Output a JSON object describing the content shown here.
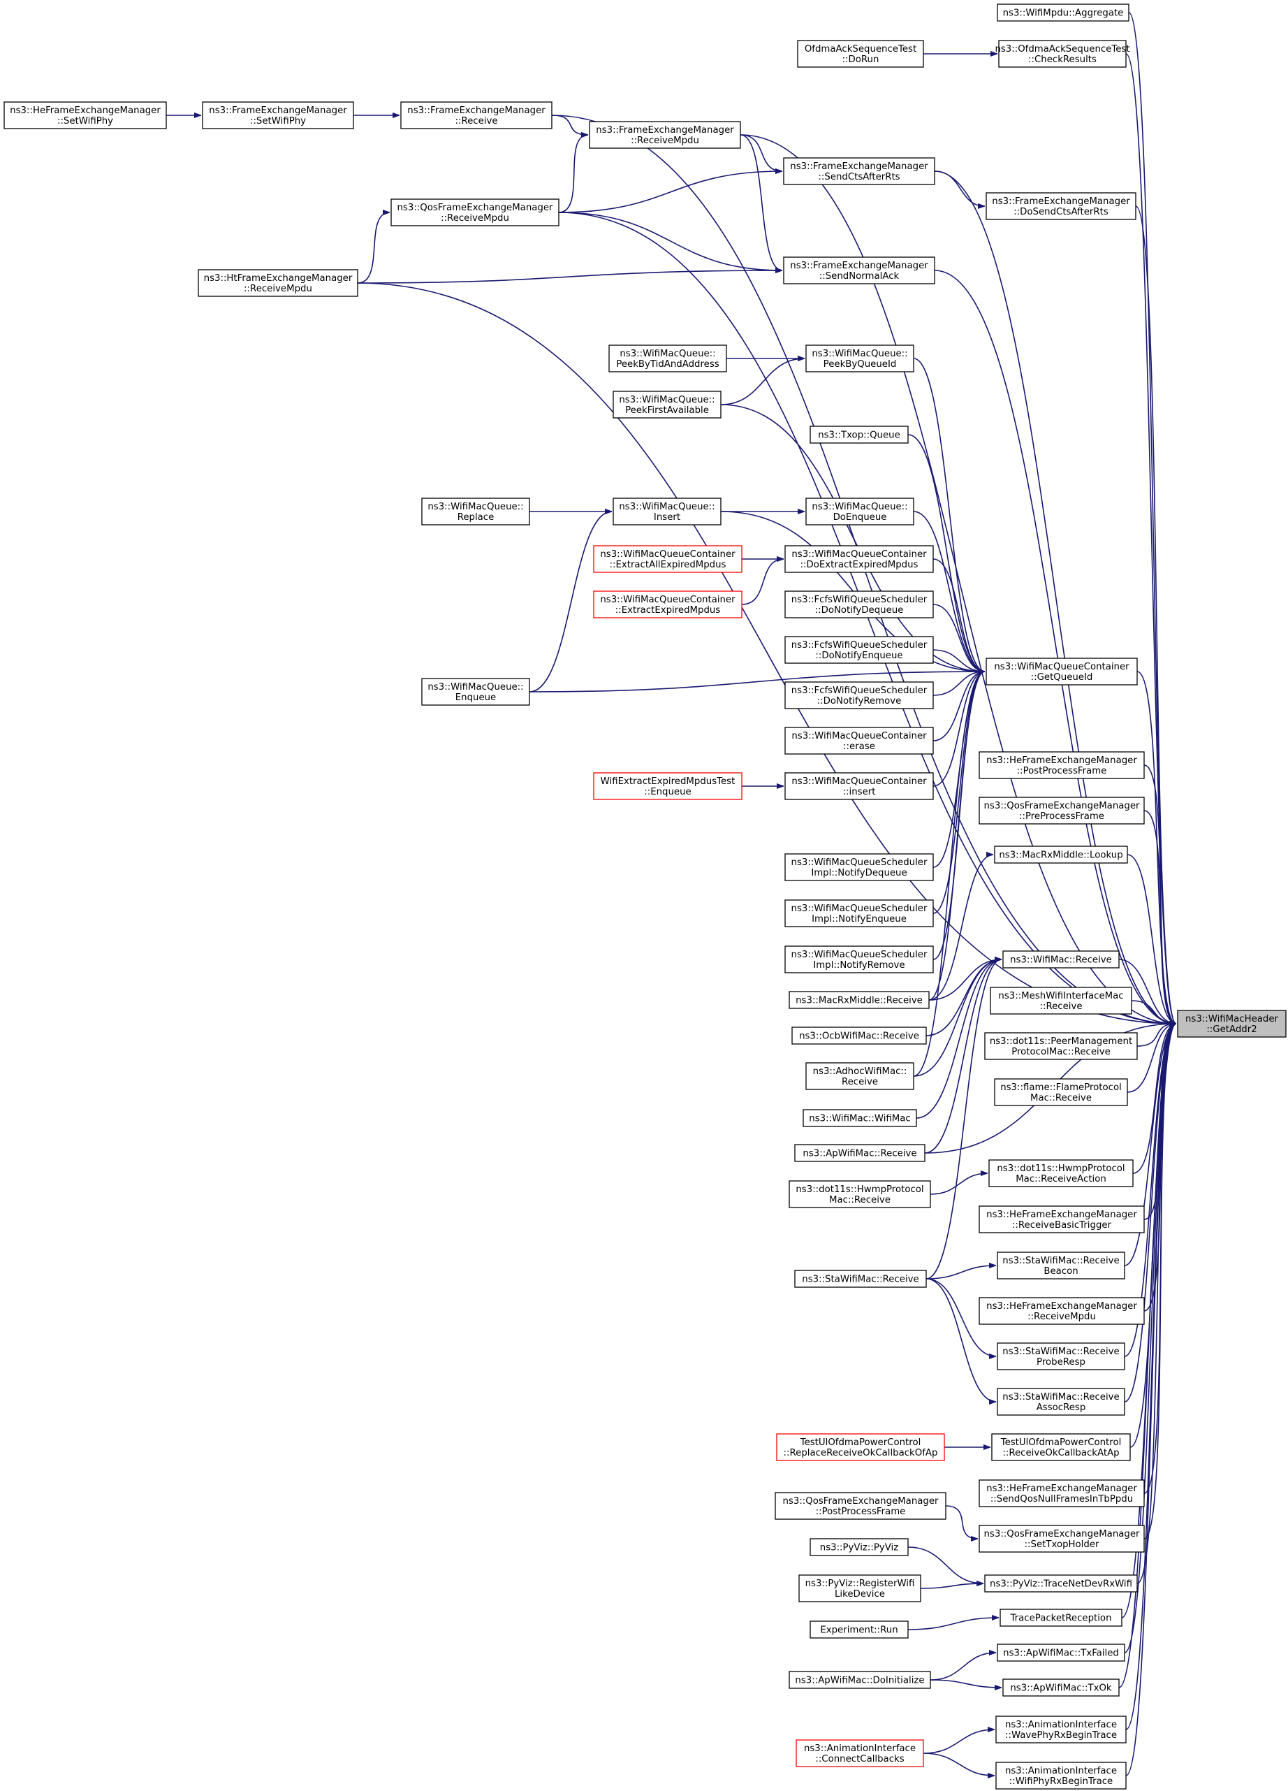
{
  "colors": {
    "edge": "#191970",
    "node_border": "#000000",
    "node_border_red": "#ff0000",
    "target_fill": "#bfbfbf"
  },
  "nodes": [
    {
      "id": "getaddr2",
      "lines": [
        "ns3::WifiMacHeader",
        "::GetAddr2"
      ],
      "style": "target"
    },
    {
      "id": "aggregate",
      "lines": [
        "ns3::WifiMpdu::Aggregate"
      ]
    },
    {
      "id": "checkresults",
      "lines": [
        "ns3::OfdmaAckSequenceTest",
        "::CheckResults"
      ]
    },
    {
      "id": "dorun",
      "lines": [
        "OfdmaAckSequenceTest",
        "::DoRun"
      ]
    },
    {
      "id": "fem_receive",
      "lines": [
        "ns3::FrameExchangeManager",
        "::Receive"
      ]
    },
    {
      "id": "fem_setwifiphy",
      "lines": [
        "ns3::FrameExchangeManager",
        "::SetWifiPhy"
      ]
    },
    {
      "id": "hefem_setwifiphy",
      "lines": [
        "ns3::HeFrameExchangeManager",
        "::SetWifiPhy"
      ]
    },
    {
      "id": "fem_receivempdu",
      "lines": [
        "ns3::FrameExchangeManager",
        "::ReceiveMpdu"
      ]
    },
    {
      "id": "fem_sendctsafterrts",
      "lines": [
        "ns3::FrameExchangeManager",
        "::SendCtsAfterRts"
      ]
    },
    {
      "id": "fem_dosendctsafterrts",
      "lines": [
        "ns3::FrameExchangeManager",
        "::DoSendCtsAfterRts"
      ]
    },
    {
      "id": "qosfem_receivempdu",
      "lines": [
        "ns3::QosFrameExchangeManager",
        "::ReceiveMpdu"
      ]
    },
    {
      "id": "fem_sendnormalack",
      "lines": [
        "ns3::FrameExchangeManager",
        "::SendNormalAck"
      ]
    },
    {
      "id": "htfem_receivempdu",
      "lines": [
        "ns3::HtFrameExchangeManager",
        "::ReceiveMpdu"
      ]
    },
    {
      "id": "peekbytidandaddress",
      "lines": [
        "ns3::WifiMacQueue::",
        "PeekByTidAndAddress"
      ]
    },
    {
      "id": "peekbyqueueid",
      "lines": [
        "ns3::WifiMacQueue::",
        "PeekByQueueId"
      ]
    },
    {
      "id": "peekfirstavailable",
      "lines": [
        "ns3::WifiMacQueue::",
        "PeekFirstAvailable"
      ]
    },
    {
      "id": "txop_queue",
      "lines": [
        "ns3::Txop::Queue"
      ]
    },
    {
      "id": "wmq_replace",
      "lines": [
        "ns3::WifiMacQueue::",
        "Replace"
      ]
    },
    {
      "id": "wmq_insert",
      "lines": [
        "ns3::WifiMacQueue::",
        "Insert"
      ]
    },
    {
      "id": "wmq_doenqueue",
      "lines": [
        "ns3::WifiMacQueue::",
        "DoEnqueue"
      ]
    },
    {
      "id": "extractallexpired",
      "lines": [
        "ns3::WifiMacQueueContainer",
        "::ExtractAllExpiredMpdus"
      ],
      "style": "red"
    },
    {
      "id": "doextractexpired",
      "lines": [
        "ns3::WifiMacQueueContainer",
        "::DoExtractExpiredMpdus"
      ]
    },
    {
      "id": "extractexpired",
      "lines": [
        "ns3::WifiMacQueueContainer",
        "::ExtractExpiredMpdus"
      ],
      "style": "red"
    },
    {
      "id": "fcfs_donotifydequeue",
      "lines": [
        "ns3::FcfsWifiQueueScheduler",
        "::DoNotifyDequeue"
      ]
    },
    {
      "id": "fcfs_donotifyenqueue",
      "lines": [
        "ns3::FcfsWifiQueueScheduler",
        "::DoNotifyEnqueue"
      ]
    },
    {
      "id": "wmq_enqueue",
      "lines": [
        "ns3::WifiMacQueue::",
        "Enqueue"
      ]
    },
    {
      "id": "getqueueid",
      "lines": [
        "ns3::WifiMacQueueContainer",
        "::GetQueueId"
      ]
    },
    {
      "id": "fcfs_donotifyremove",
      "lines": [
        "ns3::FcfsWifiQueueScheduler",
        "::DoNotifyRemove"
      ]
    },
    {
      "id": "wmqc_erase",
      "lines": [
        "ns3::WifiMacQueueContainer",
        "::erase"
      ]
    },
    {
      "id": "hefem_postprocessframe",
      "lines": [
        "ns3::HeFrameExchangeManager",
        "::PostProcessFrame"
      ]
    },
    {
      "id": "extractexpiredtest",
      "lines": [
        "WifiExtractExpiredMpdusTest",
        "::Enqueue"
      ],
      "style": "red"
    },
    {
      "id": "wmqc_insert",
      "lines": [
        "ns3::WifiMacQueueContainer",
        "::insert"
      ]
    },
    {
      "id": "qosfem_preprocessframe",
      "lines": [
        "ns3::QosFrameExchangeManager",
        "::PreProcessFrame"
      ]
    },
    {
      "id": "macrxmiddle_lookup",
      "lines": [
        "ns3::MacRxMiddle::Lookup"
      ]
    },
    {
      "id": "sched_notifydequeue",
      "lines": [
        "ns3::WifiMacQueueScheduler",
        "Impl::NotifyDequeue"
      ]
    },
    {
      "id": "sched_notifyenqueue",
      "lines": [
        "ns3::WifiMacQueueScheduler",
        "Impl::NotifyEnqueue"
      ]
    },
    {
      "id": "sched_notifyremove",
      "lines": [
        "ns3::WifiMacQueueScheduler",
        "Impl::NotifyRemove"
      ]
    },
    {
      "id": "wifimac_receive",
      "lines": [
        "ns3::WifiMac::Receive"
      ]
    },
    {
      "id": "macrxmiddle_receive",
      "lines": [
        "ns3::MacRxMiddle::Receive"
      ]
    },
    {
      "id": "meshwifi_receive",
      "lines": [
        "ns3::MeshWifiInterfaceMac",
        "::Receive"
      ]
    },
    {
      "id": "ocbwifimac_receive",
      "lines": [
        "ns3::OcbWifiMac::Receive"
      ]
    },
    {
      "id": "peermgmt_receive",
      "lines": [
        "ns3::dot11s::PeerManagement",
        "ProtocolMac::Receive"
      ]
    },
    {
      "id": "adhocwifimac_receive",
      "lines": [
        "ns3::AdhocWifiMac::",
        "Receive"
      ]
    },
    {
      "id": "flame_receive",
      "lines": [
        "ns3::flame::FlameProtocol",
        "Mac::Receive"
      ]
    },
    {
      "id": "wifimac_wifimac",
      "lines": [
        "ns3::WifiMac::WifiMac"
      ]
    },
    {
      "id": "apwifimac_receive",
      "lines": [
        "ns3::ApWifiMac::Receive"
      ]
    },
    {
      "id": "hwmp_receiveaction",
      "lines": [
        "ns3::dot11s::HwmpProtocol",
        "Mac::ReceiveAction"
      ]
    },
    {
      "id": "hwmp_receive",
      "lines": [
        "ns3::dot11s::HwmpProtocol",
        "Mac::Receive"
      ]
    },
    {
      "id": "hefem_receivebasictrigger",
      "lines": [
        "ns3::HeFrameExchangeManager",
        "::ReceiveBasicTrigger"
      ]
    },
    {
      "id": "stawifimac_receivebeacon",
      "lines": [
        "ns3::StaWifiMac::Receive",
        "Beacon"
      ]
    },
    {
      "id": "stawifimac_receive",
      "lines": [
        "ns3::StaWifiMac::Receive"
      ]
    },
    {
      "id": "hefem_receivempdu",
      "lines": [
        "ns3::HeFrameExchangeManager",
        "::ReceiveMpdu"
      ]
    },
    {
      "id": "stawifimac_receiveproberesp",
      "lines": [
        "ns3::StaWifiMac::Receive",
        "ProbeResp"
      ]
    },
    {
      "id": "stawifimac_receiveassocresp",
      "lines": [
        "ns3::StaWifiMac::Receive",
        "AssocResp"
      ]
    },
    {
      "id": "replacereceiveok",
      "lines": [
        "TestUlOfdmaPowerControl",
        "::ReplaceReceiveOkCallbackOfAp"
      ],
      "style": "red"
    },
    {
      "id": "receiveokcallback",
      "lines": [
        "TestUlOfdmaPowerControl",
        "::ReceiveOkCallbackAtAp"
      ]
    },
    {
      "id": "hefem_sendqosnull",
      "lines": [
        "ns3::HeFrameExchangeManager",
        "::SendQosNullFramesInTbPpdu"
      ]
    },
    {
      "id": "qosfem_postprocessframe",
      "lines": [
        "ns3::QosFrameExchangeManager",
        "::PostProcessFrame"
      ]
    },
    {
      "id": "qosfem_settxopholder",
      "lines": [
        "ns3::QosFrameExchangeManager",
        "::SetTxopHolder"
      ]
    },
    {
      "id": "pyviz_pyviz",
      "lines": [
        "ns3::PyViz::PyViz"
      ]
    },
    {
      "id": "pyviz_registerwifi",
      "lines": [
        "ns3::PyViz::RegisterWifi",
        "LikeDevice"
      ]
    },
    {
      "id": "pyviz_tracenetdevrxwifi",
      "lines": [
        "ns3::PyViz::TraceNetDevRxWifi"
      ]
    },
    {
      "id": "tracepacketreception",
      "lines": [
        "TracePacketReception"
      ]
    },
    {
      "id": "experiment_run",
      "lines": [
        "Experiment::Run"
      ]
    },
    {
      "id": "apwifimac_txfailed",
      "lines": [
        "ns3::ApWifiMac::TxFailed"
      ]
    },
    {
      "id": "apwifimac_doinitialize",
      "lines": [
        "ns3::ApWifiMac::DoInitialize"
      ]
    },
    {
      "id": "apwifimac_txok",
      "lines": [
        "ns3::ApWifiMac::TxOk"
      ]
    },
    {
      "id": "anim_wavephyrxbegintrace",
      "lines": [
        "ns3::AnimationInterface",
        "::WavePhyRxBeginTrace"
      ]
    },
    {
      "id": "anim_connectcallbacks",
      "lines": [
        "ns3::AnimationInterface",
        "::ConnectCallbacks"
      ],
      "style": "red"
    },
    {
      "id": "anim_wifiphyrxbegintrace",
      "lines": [
        "ns3::AnimationInterface",
        "::WifiPhyRxBeginTrace"
      ]
    }
  ],
  "edges": [
    [
      "aggregate",
      "getaddr2"
    ],
    [
      "checkresults",
      "getaddr2"
    ],
    [
      "dorun",
      "checkresults"
    ],
    [
      "fem_receive",
      "getaddr2"
    ],
    [
      "fem_setwifiphy",
      "fem_receive"
    ],
    [
      "hefem_setwifiphy",
      "fem_setwifiphy"
    ],
    [
      "fem_receive",
      "fem_receivempdu"
    ],
    [
      "fem_receivempdu",
      "getaddr2"
    ],
    [
      "fem_receivempdu",
      "fem_sendctsafterrts"
    ],
    [
      "fem_receivempdu",
      "fem_sendnormalack"
    ],
    [
      "fem_sendctsafterrts",
      "getaddr2"
    ],
    [
      "fem_sendctsafterrts",
      "fem_dosendctsafterrts"
    ],
    [
      "fem_dosendctsafterrts",
      "getaddr2"
    ],
    [
      "qosfem_receivempdu",
      "fem_receivempdu"
    ],
    [
      "qosfem_receivempdu",
      "fem_sendctsafterrts"
    ],
    [
      "qosfem_receivempdu",
      "getaddr2"
    ],
    [
      "qosfem_receivempdu",
      "fem_sendnormalack"
    ],
    [
      "fem_sendnormalack",
      "getaddr2"
    ],
    [
      "htfem_receivempdu",
      "qosfem_receivempdu"
    ],
    [
      "htfem_receivempdu",
      "fem_sendnormalack"
    ],
    [
      "htfem_receivempdu",
      "getaddr2"
    ],
    [
      "peekbytidandaddress",
      "peekbyqueueid"
    ],
    [
      "peekfirstavailable",
      "peekbyqueueid"
    ],
    [
      "peekbyqueueid",
      "getqueueid"
    ],
    [
      "peekfirstavailable",
      "getqueueid"
    ],
    [
      "txop_queue",
      "getqueueid"
    ],
    [
      "wmq_replace",
      "wmq_insert"
    ],
    [
      "wmq_insert",
      "wmq_doenqueue"
    ],
    [
      "wmq_insert",
      "getqueueid"
    ],
    [
      "wmq_doenqueue",
      "getqueueid"
    ],
    [
      "wmq_enqueue",
      "wmq_insert"
    ],
    [
      "wmq_enqueue",
      "getqueueid"
    ],
    [
      "extractallexpired",
      "doextractexpired"
    ],
    [
      "extractexpired",
      "doextractexpired"
    ],
    [
      "doextractexpired",
      "getqueueid"
    ],
    [
      "fcfs_donotifydequeue",
      "getqueueid"
    ],
    [
      "fcfs_donotifyenqueue",
      "getqueueid"
    ],
    [
      "fcfs_donotifyremove",
      "getqueueid"
    ],
    [
      "wmqc_erase",
      "getqueueid"
    ],
    [
      "extractexpiredtest",
      "wmqc_insert"
    ],
    [
      "wmqc_insert",
      "getqueueid"
    ],
    [
      "sched_notifydequeue",
      "getqueueid"
    ],
    [
      "sched_notifyenqueue",
      "getqueueid"
    ],
    [
      "sched_notifyremove",
      "getqueueid"
    ],
    [
      "macrxmiddle_receive",
      "getqueueid"
    ],
    [
      "macrxmiddle_receive",
      "macrxmiddle_lookup"
    ],
    [
      "macrxmiddle_receive",
      "wifimac_receive"
    ],
    [
      "adhocwifimac_receive",
      "getqueueid"
    ],
    [
      "adhocwifimac_receive",
      "wifimac_receive"
    ],
    [
      "getqueueid",
      "getaddr2"
    ],
    [
      "hefem_postprocessframe",
      "getaddr2"
    ],
    [
      "qosfem_preprocessframe",
      "getaddr2"
    ],
    [
      "macrxmiddle_lookup",
      "getaddr2"
    ],
    [
      "wifimac_receive",
      "getaddr2"
    ],
    [
      "meshwifi_receive",
      "getaddr2"
    ],
    [
      "ocbwifimac_receive",
      "wifimac_receive"
    ],
    [
      "peermgmt_receive",
      "getaddr2"
    ],
    [
      "flame_receive",
      "getaddr2"
    ],
    [
      "wifimac_wifimac",
      "wifimac_receive"
    ],
    [
      "apwifimac_receive",
      "wifimac_receive"
    ],
    [
      "apwifimac_receive",
      "getaddr2"
    ],
    [
      "hwmp_receive",
      "hwmp_receiveaction"
    ],
    [
      "hwmp_receiveaction",
      "getaddr2"
    ],
    [
      "hefem_receivebasictrigger",
      "getaddr2"
    ],
    [
      "stawifimac_receive",
      "stawifimac_receivebeacon"
    ],
    [
      "stawifimac_receive",
      "stawifimac_receiveproberesp"
    ],
    [
      "stawifimac_receive",
      "stawifimac_receiveassocresp"
    ],
    [
      "stawifimac_receive",
      "wifimac_receive"
    ],
    [
      "stawifimac_receivebeacon",
      "getaddr2"
    ],
    [
      "hefem_receivempdu",
      "getaddr2"
    ],
    [
      "stawifimac_receiveproberesp",
      "getaddr2"
    ],
    [
      "stawifimac_receiveassocresp",
      "getaddr2"
    ],
    [
      "replacereceiveok",
      "receiveokcallback"
    ],
    [
      "receiveokcallback",
      "getaddr2"
    ],
    [
      "hefem_sendqosnull",
      "getaddr2"
    ],
    [
      "qosfem_postprocessframe",
      "qosfem_settxopholder"
    ],
    [
      "qosfem_settxopholder",
      "getaddr2"
    ],
    [
      "pyviz_pyviz",
      "pyviz_tracenetdevrxwifi"
    ],
    [
      "pyviz_registerwifi",
      "pyviz_tracenetdevrxwifi"
    ],
    [
      "pyviz_tracenetdevrxwifi",
      "getaddr2"
    ],
    [
      "experiment_run",
      "tracepacketreception"
    ],
    [
      "tracepacketreception",
      "getaddr2"
    ],
    [
      "apwifimac_doinitialize",
      "apwifimac_txfailed"
    ],
    [
      "apwifimac_doinitialize",
      "apwifimac_txok"
    ],
    [
      "apwifimac_txfailed",
      "getaddr2"
    ],
    [
      "apwifimac_txok",
      "getaddr2"
    ],
    [
      "anim_connectcallbacks",
      "anim_wavephyrxbegintrace"
    ],
    [
      "anim_connectcallbacks",
      "anim_wifiphyrxbegintrace"
    ],
    [
      "anim_wavephyrxbegintrace",
      "getaddr2"
    ],
    [
      "anim_wifiphyrxbegintrace",
      "getaddr2"
    ]
  ]
}
